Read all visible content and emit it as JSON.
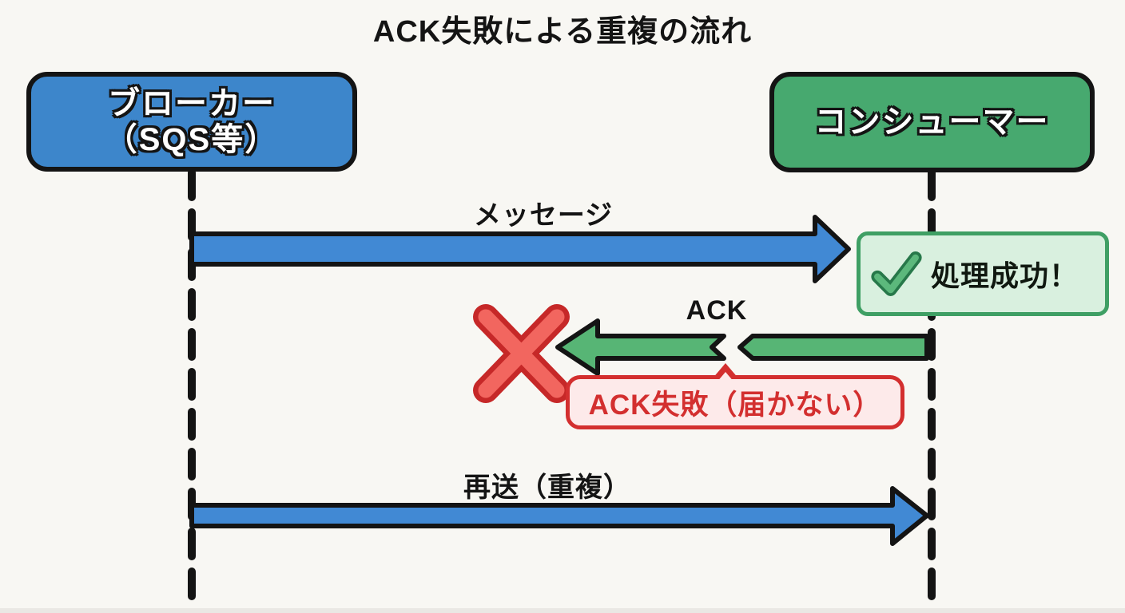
{
  "title": "ACK失敗による重複の流れ",
  "actors": {
    "broker": {
      "label_line1": "ブローカー",
      "label_line2": "（SQS等）",
      "fill": "#3d86cb"
    },
    "consumer": {
      "label": "コンシューマー",
      "fill": "#47a96f"
    }
  },
  "lifelines": {
    "color": "#141414"
  },
  "messages": {
    "message": {
      "label": "メッセージ",
      "fill": "#4189d4",
      "direction": "broker-to-consumer"
    },
    "ack": {
      "label": "ACK",
      "fill": "#57b575",
      "direction": "consumer-to-broker",
      "status": "broken"
    },
    "resend": {
      "label": "再送（重複）",
      "fill": "#4189d4",
      "direction": "broker-to-consumer"
    }
  },
  "notes": {
    "success": {
      "label": "処理成功！",
      "icon": "check-icon",
      "fill": "#d9f0df",
      "border": "#3f9f64",
      "check_fill": "#5cb87c",
      "check_outline": "#27784a"
    },
    "ack_failure": {
      "label": "ACK失敗（届かない）",
      "icon": "speech-bubble",
      "text_color": "#d32f2f",
      "fill": "#fdeaea",
      "border": "#d32f2f"
    },
    "failure_x": {
      "icon": "x-mark-icon",
      "fill": "#f2665f",
      "outline": "#c62828"
    }
  }
}
